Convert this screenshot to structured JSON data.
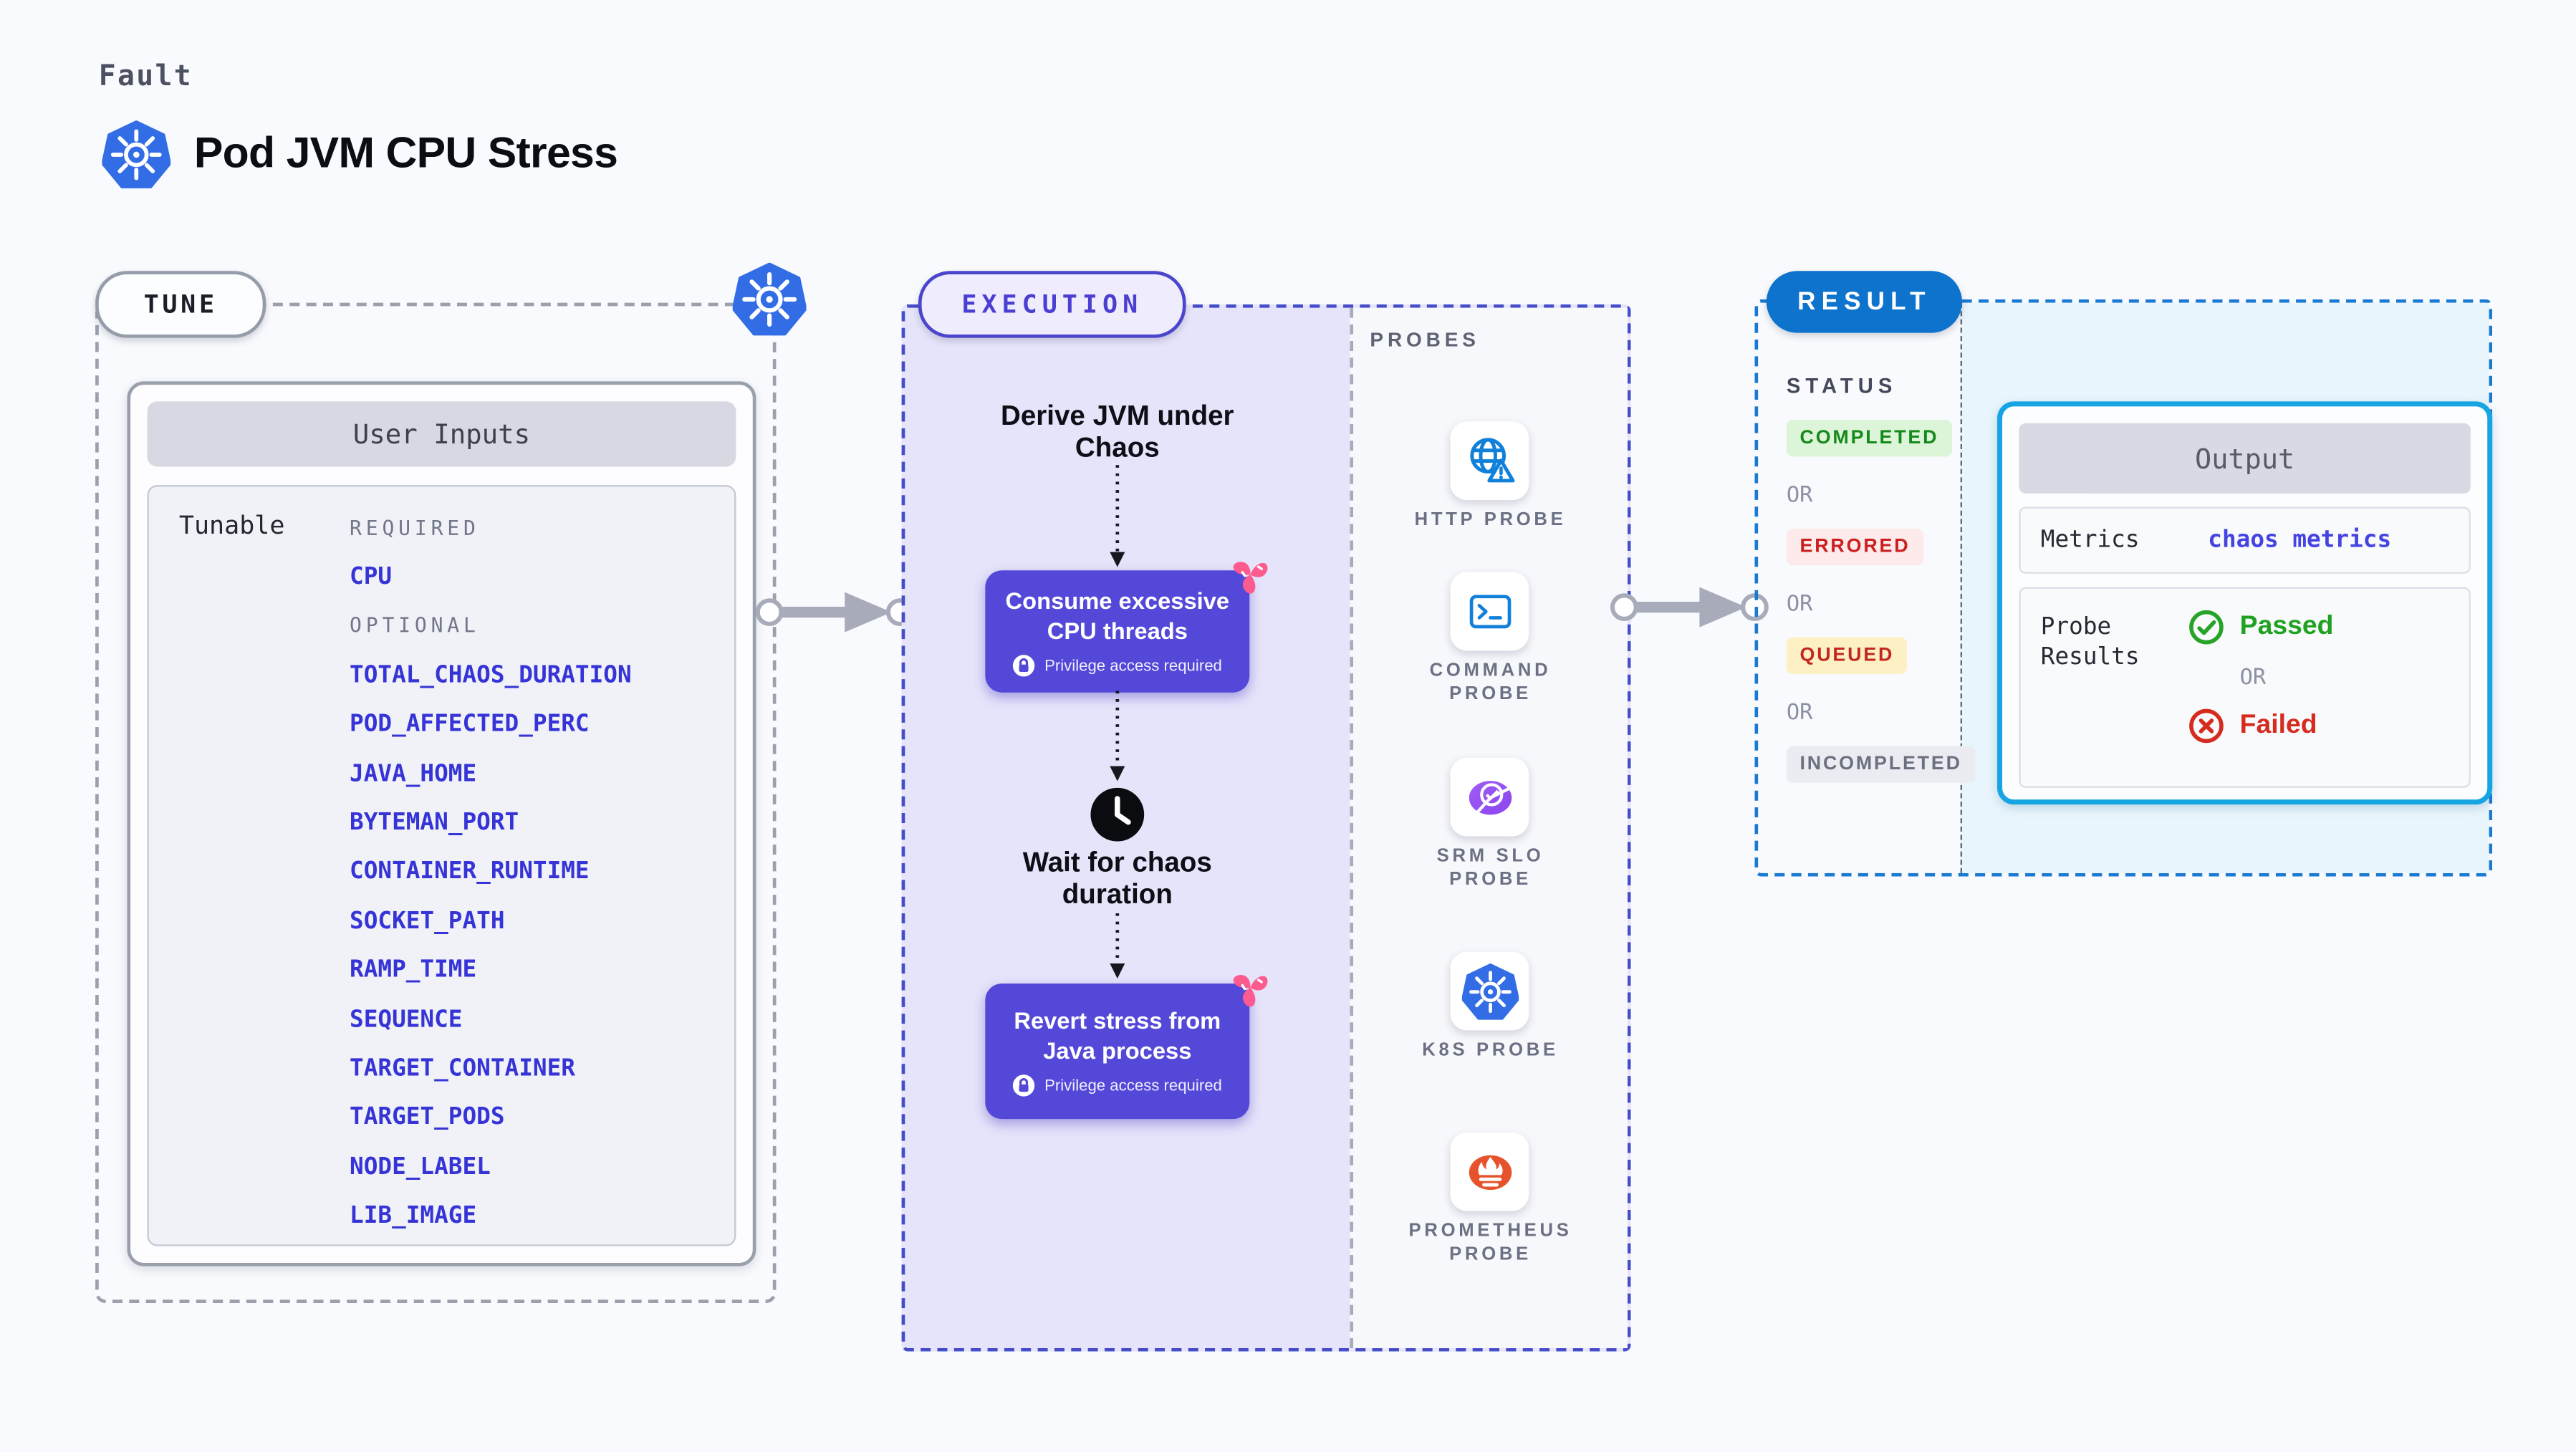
{
  "header": {
    "kicker": "Fault",
    "title": "Pod JVM CPU Stress"
  },
  "tune": {
    "label": "TUNE",
    "card_title": "User Inputs",
    "row_label": "Tunable",
    "required_heading": "REQUIRED",
    "optional_heading": "OPTIONAL",
    "required_items": [
      "CPU"
    ],
    "optional_items": [
      "TOTAL_CHAOS_DURATION",
      "POD_AFFECTED_PERC",
      "JAVA_HOME",
      "BYTEMAN_PORT",
      "CONTAINER_RUNTIME",
      "SOCKET_PATH",
      "RAMP_TIME",
      "SEQUENCE",
      "TARGET_CONTAINER",
      "TARGET_PODS",
      "NODE_LABEL",
      "LIB_IMAGE"
    ]
  },
  "execution": {
    "label": "EXECUTION",
    "derive_step": "Derive JVM under Chaos",
    "consume_step": "Consume excessive CPU threads",
    "wait_step": "Wait for chaos duration",
    "revert_step": "Revert stress from Java process",
    "privilege_note": "Privilege access required"
  },
  "probes": {
    "label": "PROBES",
    "items": [
      {
        "label": "HTTP PROBE",
        "icon": "globe-alert-icon"
      },
      {
        "label": "COMMAND PROBE",
        "icon": "terminal-icon"
      },
      {
        "label": "SRM SLO PROBE",
        "icon": "slo-pie-icon"
      },
      {
        "label": "K8S PROBE",
        "icon": "kubernetes-icon"
      },
      {
        "label": "PROMETHEUS PROBE",
        "icon": "prometheus-icon"
      }
    ]
  },
  "result": {
    "label": "RESULT",
    "status_heading": "STATUS",
    "or_label": "OR",
    "statuses": [
      "COMPLETED",
      "ERRORED",
      "QUEUED",
      "INCOMPLETED"
    ],
    "output": {
      "title": "Output",
      "metrics_label": "Metrics",
      "metrics_value": "chaos metrics",
      "probe_results_label": "Probe Results",
      "passed_label": "Passed",
      "failed_label": "Failed"
    }
  },
  "colors": {
    "accent_indigo": "#4a42cf",
    "accent_blue": "#0d73cd",
    "accent_cyan": "#16a5e2",
    "purple_node": "#5448d9",
    "pink": "#fb5b8f",
    "var_blue": "#3634d6",
    "kubernetes_blue": "#326de6",
    "prometheus_orange": "#e6522c",
    "probe_icon_blue": "#1180da",
    "completed_green": "#16891b",
    "errored_red": "#cc1f1f",
    "queued_red": "#c3271f",
    "incompleted_gray": "#6b7080"
  }
}
